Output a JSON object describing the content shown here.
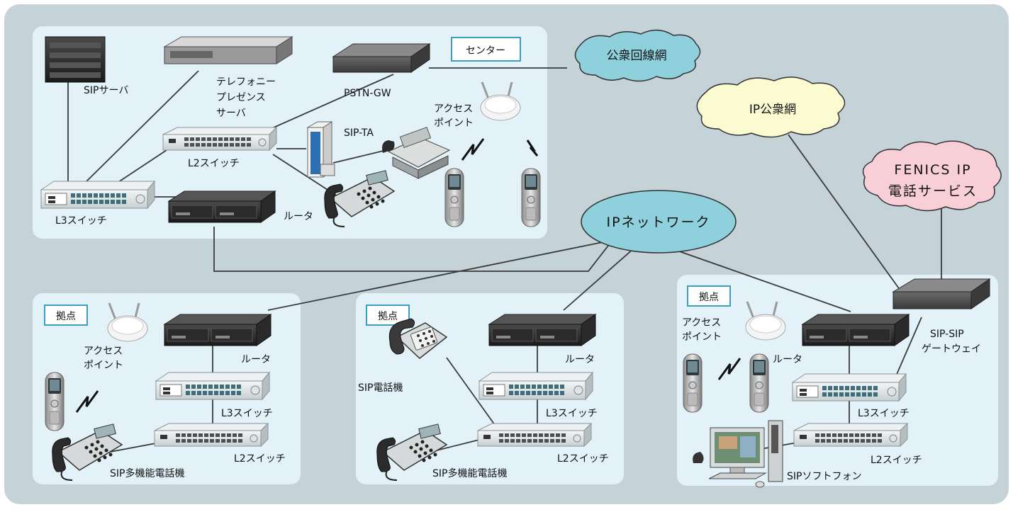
{
  "diagram": {
    "tags": {
      "center": "センター",
      "site1": "拠点",
      "site2": "拠点",
      "site3": "拠点"
    },
    "clouds": {
      "pstn": "公衆回線網",
      "ip_public": "IP公衆網",
      "fenics_line1": "FENICS IP",
      "fenics_line2": "電話サービス",
      "ip_network": "IPネットワーク"
    },
    "center": {
      "sip_server": "SIPサーバ",
      "telephony_line1": "テレフォニー",
      "telephony_line2": "プレゼンス",
      "telephony_line3": "サーバ",
      "pstn_gw": "PSTN-GW",
      "access_point_line1": "アクセス",
      "access_point_line2": "ポイント",
      "sip_ta": "SIP-TA",
      "l2_switch": "L2スイッチ",
      "l3_switch": "L3スイッチ",
      "router": "ルータ"
    },
    "site1": {
      "access_point_line1": "アクセス",
      "access_point_line2": "ポイント",
      "router": "ルータ",
      "l3_switch": "L3スイッチ",
      "l2_switch": "L2スイッチ",
      "multi_phone": "SIP多機能電話機"
    },
    "site2": {
      "sip_phone": "SIP電話機",
      "router": "ルータ",
      "l3_switch": "L3スイッチ",
      "l2_switch": "L2スイッチ",
      "multi_phone": "SIP多機能電話機"
    },
    "site3": {
      "access_point_line1": "アクセス",
      "access_point_line2": "ポイント",
      "router": "ルータ",
      "gateway_line1": "SIP-SIP",
      "gateway_line2": "ゲートウェイ",
      "l3_switch": "L3スイッチ",
      "l2_switch": "L2スイッチ",
      "softphone": "SIPソフトフォン"
    }
  },
  "colors": {
    "background": "#c5d3d9",
    "panel": "#e2f2f8",
    "cloud_blue": "#8ed0dc",
    "cloud_pale": "#fbfbd2",
    "cloud_pink": "#f8cfd6",
    "tag_border": "#3d9fc0"
  }
}
